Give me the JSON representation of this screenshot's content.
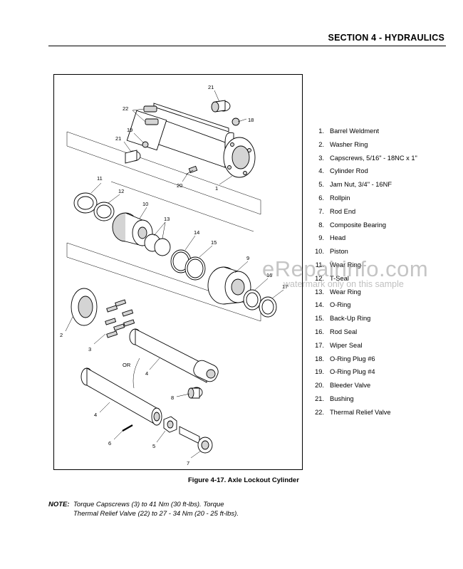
{
  "header": {
    "section_title": "SECTION 4 - HYDRAULICS"
  },
  "figure": {
    "caption": "Figure 4-17.  Axle Lockout Cylinder",
    "callouts": {
      "c21a": "21",
      "c22": "22",
      "c18": "18",
      "c19": "19",
      "c21b": "21",
      "c20": "20",
      "c1": "1",
      "c11": "11",
      "c12": "12",
      "c10": "10",
      "c13": "13",
      "c14": "14",
      "c15": "15",
      "c9": "9",
      "c16": "16",
      "c17": "17",
      "c2": "2",
      "c3": "3",
      "c4a": "4",
      "c_or": "OR",
      "c8": "8",
      "c4b": "4",
      "c6": "6",
      "c5": "5",
      "c7": "7"
    }
  },
  "parts_list": [
    {
      "num": "1.",
      "name": "Barrel Weldment"
    },
    {
      "num": "2.",
      "name": "Washer Ring"
    },
    {
      "num": "3.",
      "name": "Capscrews, 5/16\" - 18NC x 1\""
    },
    {
      "num": "4.",
      "name": "Cylinder Rod"
    },
    {
      "num": "5.",
      "name": "Jam Nut, 3/4\" - 16NF"
    },
    {
      "num": "6.",
      "name": "Rollpin"
    },
    {
      "num": "7.",
      "name": "Rod End"
    },
    {
      "num": "8.",
      "name": "Composite Bearing"
    },
    {
      "num": "9.",
      "name": "Head"
    },
    {
      "num": "10.",
      "name": "Piston"
    },
    {
      "num": "11.",
      "name": "Wear Ring"
    },
    {
      "num": "12.",
      "name": "T-Seal"
    },
    {
      "num": "13.",
      "name": "Wear Ring"
    },
    {
      "num": "14.",
      "name": "O-Ring"
    },
    {
      "num": "15.",
      "name": "Back-Up Ring"
    },
    {
      "num": "16.",
      "name": "Rod Seal"
    },
    {
      "num": "17.",
      "name": "Wiper Seal"
    },
    {
      "num": "18.",
      "name": "O-Ring Plug #6"
    },
    {
      "num": "19.",
      "name": "O-Ring Plug #4"
    },
    {
      "num": "20.",
      "name": "Bleeder Valve"
    },
    {
      "num": "21.",
      "name": "Bushing"
    },
    {
      "num": "22.",
      "name": "Thermal Relief Valve"
    }
  ],
  "note": {
    "label": "NOTE:",
    "text": "Torque Capscrews (3) to 41 Nm (30 ft-lbs). Torque Thermal Relief Valve (22) to 27 - 34 Nm (20 - 25 ft-lbs)."
  },
  "watermark": {
    "main": "eRepairinfo.com",
    "sub": "watermark only on this sample"
  }
}
